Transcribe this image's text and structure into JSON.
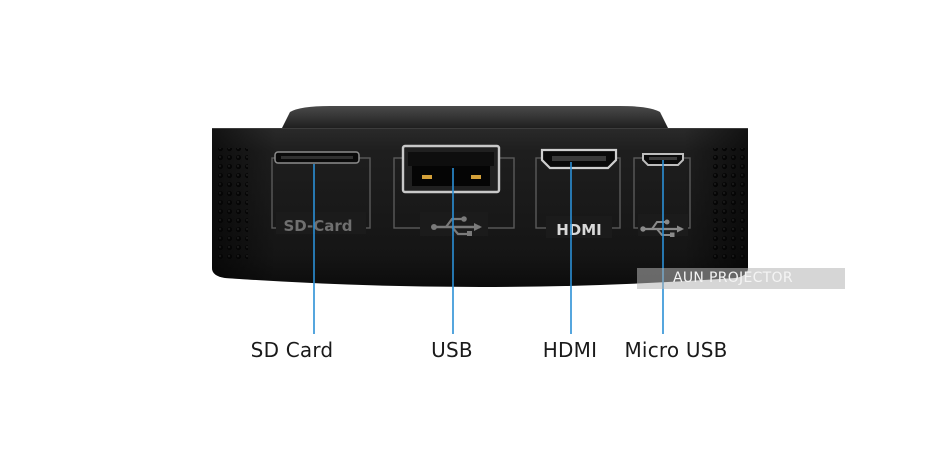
{
  "device": {
    "body_color": "#1b1b1b",
    "top_edge_color": "#3a3a3a",
    "callout_color": "#2b8fd6",
    "port_markings": {
      "sd_card": "SD-Card",
      "usb": "usb-symbol-icon",
      "hdmi": "HDMI",
      "micro_usb": "usb-symbol-icon"
    }
  },
  "callouts": {
    "sd_card": "SD Card",
    "usb": "USB",
    "hdmi": "HDMI",
    "micro_usb": "Micro USB"
  },
  "watermark": {
    "text": "AUN PROJECTOR"
  }
}
